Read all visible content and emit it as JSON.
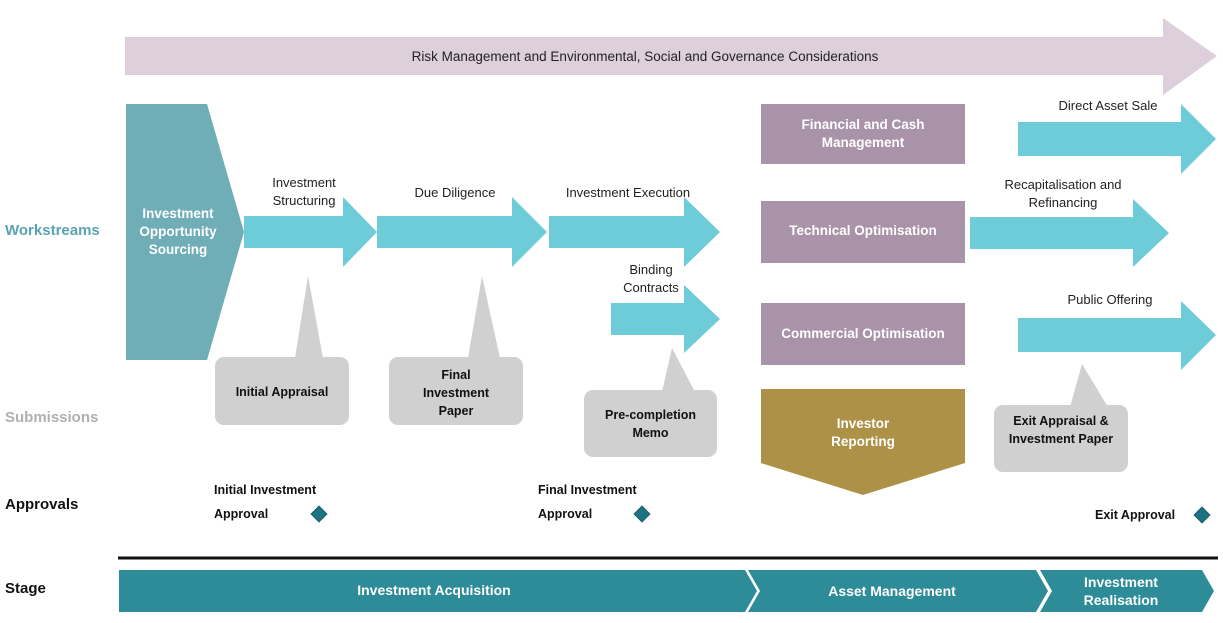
{
  "banner": {
    "label": "Risk Management and Environmental, Social and Governance Considerations"
  },
  "rows": {
    "workstreams": "Workstreams",
    "submissions": "Submissions",
    "approvals": "Approvals",
    "stage": "Stage"
  },
  "workstreams": {
    "sourcing": "Investment Opportunity Sourcing",
    "arrows": {
      "structuring": "Investment Structuring",
      "due_diligence": "Due Diligence",
      "execution": "Investment Execution",
      "binding": "Binding Contracts",
      "direct_sale": "Direct Asset Sale",
      "recap": "Recapitalisation and Refinancing",
      "public_offering": "Public Offering"
    },
    "asset_mgmt": {
      "financial": "Financial and Cash Management",
      "technical": "Technical Optimisation",
      "commercial": "Commercial Optimisation",
      "reporting": "Investor Reporting"
    }
  },
  "submissions": {
    "initial_appraisal": "Initial Appraisal",
    "final_paper": "Final Investment Paper",
    "pre_completion": "Pre-completion Memo",
    "exit_paper": "Exit Appraisal & Investment Paper"
  },
  "approvals": {
    "initial_line1": "Initial Investment",
    "initial_line2": "Approval",
    "final_line1": "Final Investment",
    "final_line2": "Approval",
    "exit": "Exit Approval"
  },
  "stages": {
    "acquisition": "Investment Acquisition",
    "asset_management": "Asset Management",
    "realisation": "Investment Realisation"
  },
  "colors": {
    "banner": "#ddd0dc",
    "sourcing": "#6fadb7",
    "arrow": "#6ecbd8",
    "mauve": "#a893a8",
    "gold": "#ad9147",
    "callout": "#d0d0d0",
    "stage": "#2d8c98",
    "workstreams_label": "#5aa3b0",
    "submissions_label": "#b0b0b0"
  }
}
